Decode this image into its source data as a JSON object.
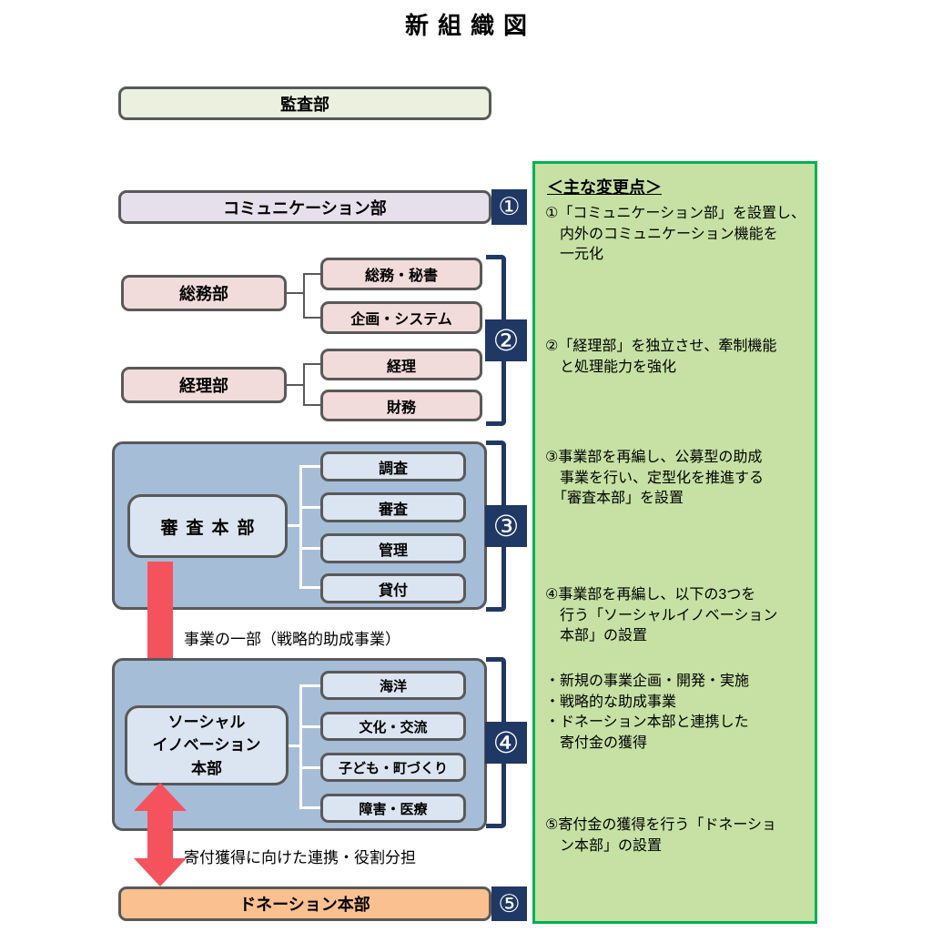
{
  "title": "新組織図",
  "colors": {
    "navy": "#1f3864",
    "border_gray": "#595959",
    "pink": "#f2dcdb",
    "lavender": "#e5e0ec",
    "pale_green": "#ebf1de",
    "blue_container": "#a6bdd8",
    "light_blue": "#dbe5f1",
    "orange": "#fac090",
    "red_arrow": "#f4535e",
    "panel_bg": "#c6e1a3",
    "panel_border": "#00b050"
  },
  "org": {
    "kansa": {
      "label": "監査部"
    },
    "communication": {
      "label": "コミュニケーション部",
      "badge": "①"
    },
    "soumu": {
      "label": "総務部",
      "children": [
        "総務・秘書",
        "企画・システム"
      ]
    },
    "keiri": {
      "label": "経理部",
      "children": [
        "経理",
        "財務"
      ],
      "badge": "②"
    },
    "shinsa": {
      "label": "審査本部",
      "children": [
        "調査",
        "審査",
        "管理",
        "貸付"
      ],
      "badge": "③"
    },
    "social": {
      "label": "ソーシャル\nイノベーション\n本部",
      "children": [
        "海洋",
        "文化・交流",
        "子ども・町づくり",
        "障害・医療"
      ],
      "badge": "④"
    },
    "donation": {
      "label": "ドネーション本部",
      "badge": "⑤"
    }
  },
  "arrow_labels": {
    "top": "事業の一部（戦略的助成事業）",
    "bottom": "寄付獲得に向けた連携・役割分担"
  },
  "panel": {
    "heading": "＜主な変更点＞",
    "item1": "①「コミュニケーション部」を設置し、\n　内外のコミュニケーション機能を\n　一元化",
    "item2": "②「経理部」を独立させ、牽制機能\n　と処理能力を強化",
    "item3": "③事業部を再編し、公募型の助成\n　事業を行い、定型化を推進する\n　「審査本部」を設置",
    "item4": "④事業部を再編し、以下の3つを\n　行う「ソーシャルイノベーション\n　本部」の設置",
    "bullets": "・新規の事業企画・開発・実施\n・戦略的な助成事業\n・ドネーション本部と連携した\n　寄付金の獲得",
    "item5": "⑤寄付金の獲得を行う「ドネーショ\n　ン本部」の設置"
  }
}
